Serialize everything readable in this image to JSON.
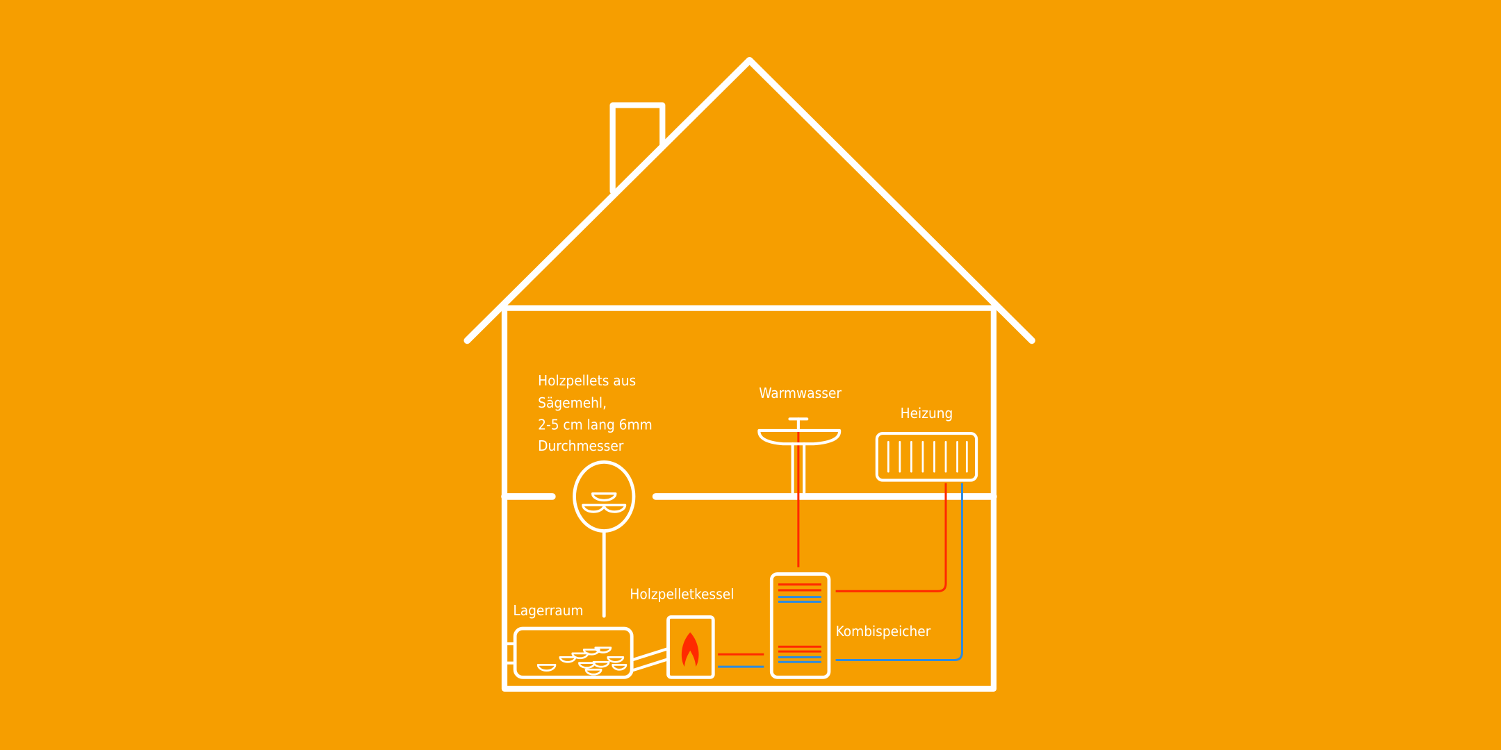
{
  "colors": {
    "background": "#F69E00",
    "lines": "#FFFFFF",
    "hot": "#FF2A00",
    "cold": "#2C8BE0"
  },
  "labels": {
    "pellets_line1": "Holzpellets aus",
    "pellets_line2": "Sägemehl,",
    "pellets_line3": "2-5 cm lang 6mm",
    "pellets_line4": "Durchmesser",
    "warmwasser": "Warmwasser",
    "heizung": "Heizung",
    "lagerraum": "Lagerraum",
    "kessel": "Holzpelletkessel",
    "kombispeicher": "Kombispeicher"
  }
}
